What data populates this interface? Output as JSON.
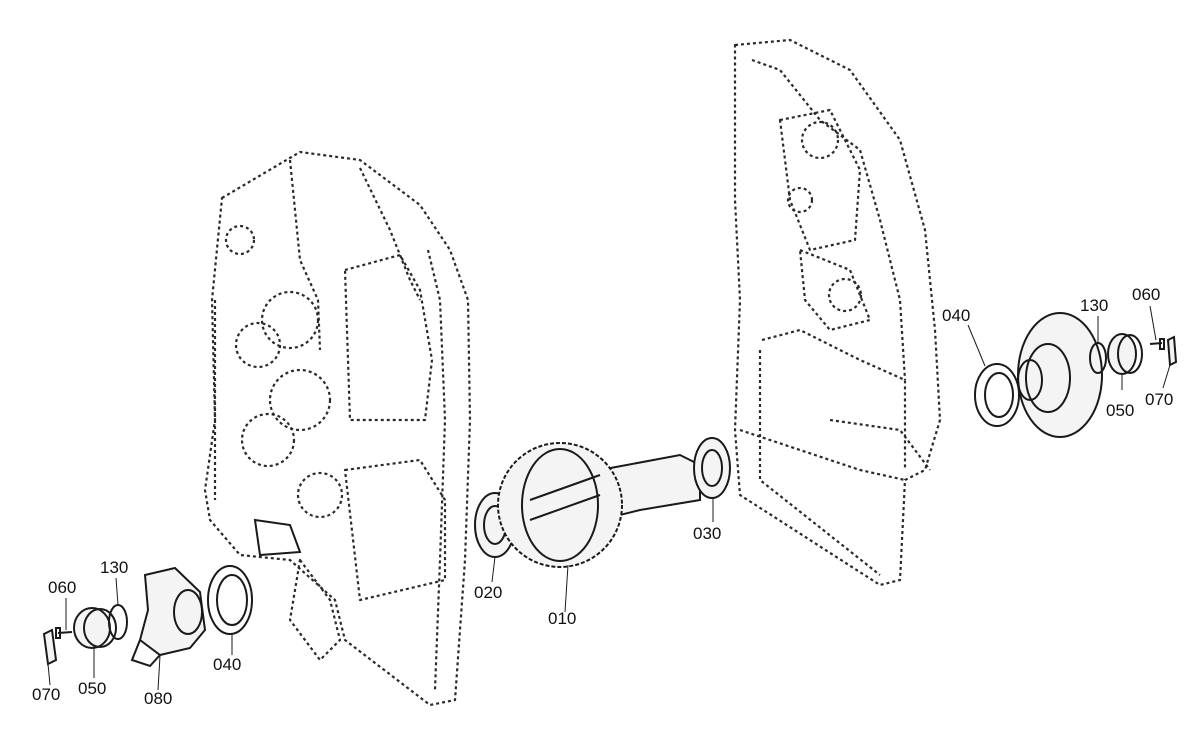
{
  "callouts": [
    {
      "id": "c-010-shaft",
      "label": "010"
    },
    {
      "id": "c-020-bearing",
      "label": "020"
    },
    {
      "id": "c-030-bearing",
      "label": "030"
    },
    {
      "id": "c-040-left",
      "label": "040"
    },
    {
      "id": "c-040-right",
      "label": "040"
    },
    {
      "id": "c-050-left",
      "label": "050"
    },
    {
      "id": "c-050-right",
      "label": "050"
    },
    {
      "id": "c-060-left",
      "label": "060"
    },
    {
      "id": "c-060-right",
      "label": "060"
    },
    {
      "id": "c-070-left",
      "label": "070"
    },
    {
      "id": "c-070-right",
      "label": "070"
    },
    {
      "id": "c-080-flange",
      "label": "080"
    },
    {
      "id": "c-130-left",
      "label": "130"
    },
    {
      "id": "c-130-right",
      "label": "130"
    }
  ]
}
